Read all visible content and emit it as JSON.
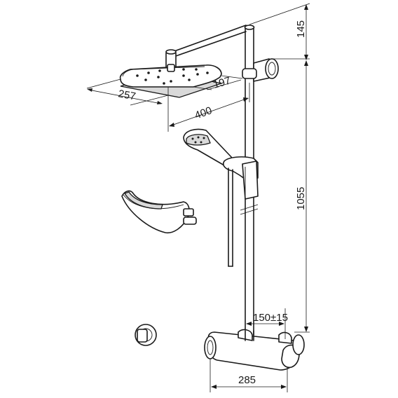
{
  "dimensions": {
    "arm_height": "145",
    "head_width": "257",
    "head_depth": "197",
    "arm_reach": "400",
    "total_height": "1055",
    "inlet_spacing": "150±15",
    "valve_width": "285"
  }
}
